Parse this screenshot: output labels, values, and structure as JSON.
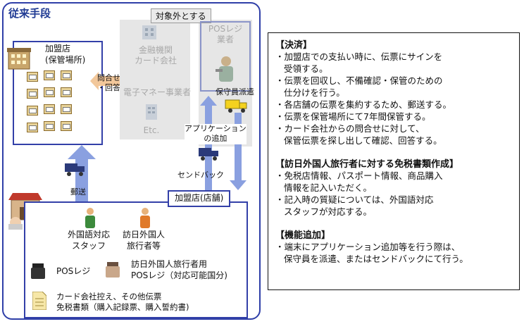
{
  "left_panel": {
    "title": "従来手段",
    "store_storage": "加盟店\n(保管場所)",
    "inquiry_answer": "問合せ\n・回答",
    "out_of_scope": "対象外とする",
    "finance_company": "金融機関\nカード会社",
    "e_money": "電子マネー事業者",
    "etc": "Etc.",
    "pos_vendor": "POSレジ\n業者",
    "maintenance_dispatch": "保守員派遣",
    "app_add": "アプリケーション\nの追加",
    "send_back": "センドバック",
    "mail": "郵送",
    "store_shop": "加盟店(店舗)",
    "foreign_staff": "外国語対応\nスタッフ",
    "foreign_tourist": "訪日外国人\n旅行者等",
    "pos_register": "POSレジ",
    "pos_tourist": "訪日外国人旅行者用\nPOSレジ（対応可能国分)",
    "documents": "カード会社控え、その他伝票\n免税書類（購入記録票、購入誓約書)"
  },
  "right_panel": {
    "sections": [
      {
        "heading": "【決済】",
        "bullets": [
          "・加盟店での支払い時に、伝票にサインを\n受領する。",
          "・伝票を回収し、不備確認・保管のための\n仕分けを行う。",
          "・各店舗の伝票を集約するため、郵送する。",
          "・伝票を保管場所にて7年間保管する。",
          "・カード会社からの問合せに対して、\n保管伝票を探し出して確認、回答する。"
        ]
      },
      {
        "heading": "【訪日外国人旅行者に対する免税書類作成】",
        "bullets": [
          "・免税店情報、パスポート情報、商品購入\n情報を記入いただく。",
          "・記入時の質疑については、外国語対応\nスタッフが対応する。"
        ]
      },
      {
        "heading": "【機能追加】",
        "bullets": [
          "・端末にアプリケーション追加等を行う際は、\n保守員を派遣、またはセンドバックにて行う。"
        ]
      }
    ]
  },
  "colors": {
    "frame": "#2f3fa8",
    "arrow": "#8aa0e0",
    "orange_arrow": "#f2c79a",
    "gray": "#e6e6e6"
  }
}
